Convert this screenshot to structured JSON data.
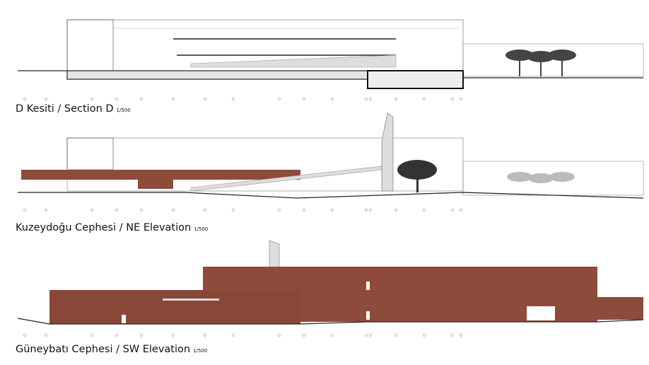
{
  "drawings": [
    {
      "title": "D Kesiti / Section D",
      "scale": "1/500"
    },
    {
      "title": "Kuzeydoğu Cephesi / NE Elevation",
      "scale": "1/500"
    },
    {
      "title": "Güneybatı Cephesi / SW Elevation",
      "scale": "1/500"
    }
  ],
  "colors": {
    "brick": "#8e4a3a",
    "line": "#555555",
    "ground": "#222222",
    "tree": "#333333"
  }
}
